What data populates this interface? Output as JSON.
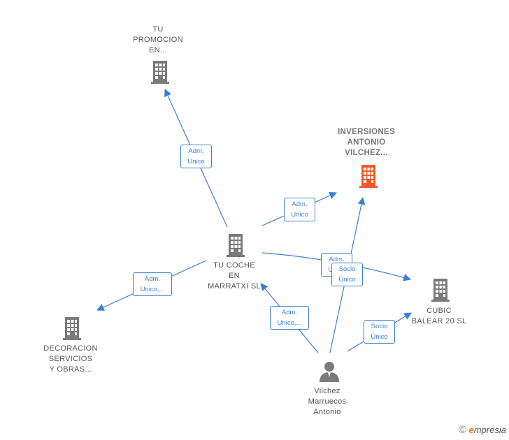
{
  "colors": {
    "edge": "#3a7fd5",
    "company": "#7a7a7a",
    "focus_company": "#f05a28",
    "person": "#7a7a7a"
  },
  "nodes": {
    "tu_promocion": {
      "label": "TU\nPROMOCION\nEN...",
      "icon": "building-icon"
    },
    "inversiones": {
      "label": "INVERSIONES\nANTONIO\nVILCHEZ...",
      "icon": "building-icon"
    },
    "tu_coche": {
      "label": "TU COCHE\nEN\nMARRATXI  SL",
      "icon": "building-icon"
    },
    "decoracion": {
      "label": "DECORACION\nSERVICIOS\nY OBRAS...",
      "icon": "building-icon"
    },
    "cubic": {
      "label": "CUBIC\nBALEAR 20  SL",
      "icon": "building-icon"
    },
    "vilchez": {
      "label": "Vilchez\nMarruecos\nAntonio",
      "icon": "person-icon"
    }
  },
  "edges": [
    {
      "id": "adm-promocion",
      "label": "Adm.\nUnico"
    },
    {
      "id": "adm-inversiones",
      "label": "Adm.\nUnico"
    },
    {
      "id": "adm-decoracion",
      "label": "Adm.\nUnico,..."
    },
    {
      "id": "adm-cubic",
      "label": "Adm.\nUnico"
    },
    {
      "id": "socio-inversiones",
      "label": "Socio\nÚnico"
    },
    {
      "id": "adm-person-tucoche",
      "label": "Adm.\nUnico,..."
    },
    {
      "id": "socio-cubic",
      "label": "Socio\nÚnico"
    }
  ],
  "footer": {
    "copyright": "©",
    "brand_e": "e",
    "brand_rest": "mpresia"
  }
}
